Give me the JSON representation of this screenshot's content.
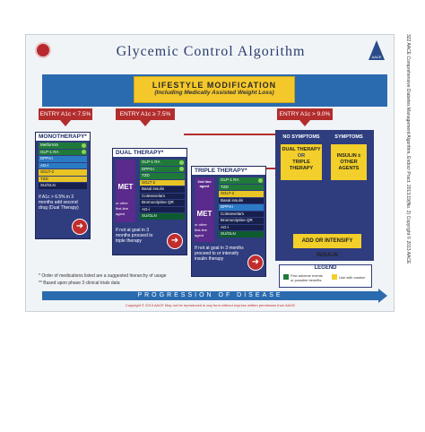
{
  "title": "Glycemic Control Algorithm",
  "lifestyle": {
    "title": "LIFESTYLE MODIFICATION",
    "subtitle": "(Including Medically Assisted Weight Loss)"
  },
  "entries": {
    "a": "ENTRY A1c < 7.5%",
    "b": "ENTRY A1c ≥ 7.5%",
    "c": "ENTRY A1c > 9.0%"
  },
  "mono": {
    "title": "MONOTHERAPY*",
    "drugs": [
      "Metformin",
      "GLP-1 RA",
      "DPP4-i",
      "AG-i",
      "SGLT-2",
      "TZD",
      "SU/GLN"
    ],
    "note": "If A1c > 6.5% in 3 months add second drug (Dual Therapy)"
  },
  "dual": {
    "title": "DUAL THERAPY*",
    "drugs": [
      "GLP-1 RA",
      "DPP4-i",
      "TZD",
      "SGLT-2",
      "Basal insulin",
      "Colesevelam",
      "Bromocriptine QR",
      "AG-i",
      "SU/GLN"
    ],
    "met": "MET",
    "met_sub": "or other first-line agent",
    "note": "If not at goal in 3 months proceed to triple therapy"
  },
  "triple": {
    "title": "TRIPLE THERAPY*",
    "drugs": [
      "GLP-1 RA",
      "TZD",
      "SGLT-2",
      "Basal insulin",
      "DPP4-i",
      "Colesevelam",
      "Bromocriptine QR",
      "AG-i",
      "SU/GLN"
    ],
    "met": "MET",
    "met_sub": "or other first-line agent",
    "second": "2nd line agent",
    "note": "If not at goal in 3 months proceed to or intensify insulin therapy"
  },
  "no_symptoms": {
    "title": "NO SYMPTOMS",
    "dual": "DUAL THERAPY",
    "or": "OR",
    "triple": "TRIPLE THERAPY"
  },
  "symptoms": {
    "title": "SYMPTOMS",
    "box": "INSULIN ± OTHER AGENTS"
  },
  "insulin_box": "ADD OR INTENSIFY INSULIN",
  "legend": {
    "title": "LEGEND",
    "few": "Few adverse events or possible benefits",
    "caution": "Use with caution"
  },
  "footnotes": [
    "*  Order of medications listed are a suggested hierarchy of usage",
    "** Based upon phase 3 clinical trials data"
  ],
  "progression": "PROGRESSION OF DISEASE",
  "copyright": "Copyright © 2013 AACE  May not be reproduced in any form without express written permission from AACE.",
  "side_text": "322  AACE Comprehensive Diabetes Management Algorithm, Endocr Pract. 2013;19(No. 2)   Copyright © 2013 AACE",
  "colors": {
    "navy": "#2f3c7e",
    "blue": "#2a6bb0",
    "red": "#b32d2d",
    "yellow": "#f2cf2a",
    "green": "#1f7a3a",
    "purple": "#5a2a8c"
  }
}
